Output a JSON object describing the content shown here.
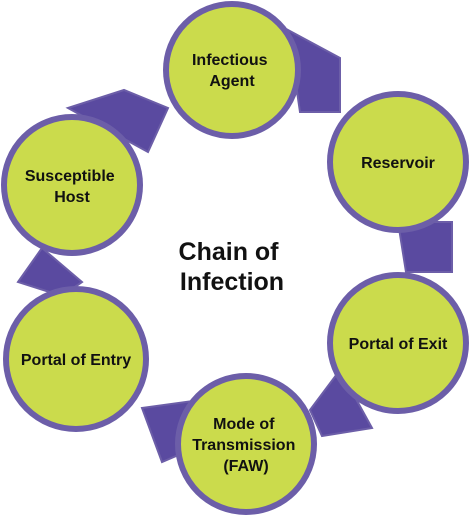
{
  "diagram": {
    "center_title_line1": "Chain of",
    "center_title_line2": "Infection",
    "nodes": [
      {
        "lines": [
          "Infectious",
          "Agent"
        ]
      },
      {
        "lines": [
          "Reservoir"
        ]
      },
      {
        "lines": [
          "Portal of Exit"
        ]
      },
      {
        "lines": [
          "Mode of",
          "Transmission",
          "(FAW)"
        ]
      },
      {
        "lines": [
          "Portal of Entry"
        ]
      },
      {
        "lines": [
          "Susceptible",
          "Host"
        ]
      }
    ]
  },
  "colors": {
    "node_fill": "#cbdb4c",
    "node_stroke": "#6c5ea8",
    "connector": "#5a4aa0",
    "text": "#111111"
  }
}
